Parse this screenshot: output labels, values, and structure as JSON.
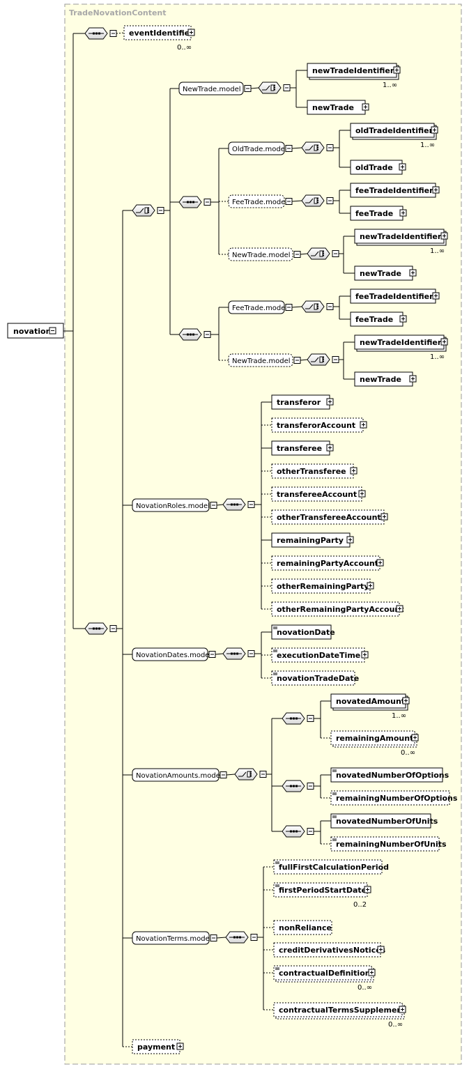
{
  "title": "TradeNovationContent",
  "root": {
    "label": "novation"
  },
  "compositors": {
    "sequence": "sequence",
    "choice": "choice"
  },
  "cardinalities": {
    "eventIdentifier": "0..∞",
    "newTradeIdentifier": "1..∞",
    "oldTradeIdentifier": "1..∞",
    "novatedAmount": "1..∞",
    "remainingAmount": "0..∞",
    "firstPeriodStartDate": "0..2",
    "contractualDefinitions": "0..∞",
    "contractualTermsSupplement": "0..∞"
  },
  "groups": {
    "newTradeModel": "NewTrade.model",
    "oldTradeModel": "OldTrade.model",
    "feeTradeModel": "FeeTrade.model",
    "novationRolesModel": "NovationRoles.model",
    "novationDatesModel": "NovationDates.model",
    "novationAmountsModel": "NovationAmounts.model",
    "novationTermsModel": "NovationTerms.model"
  },
  "elements": {
    "eventIdentifier": "eventIdentifier",
    "newTradeIdentifier": "newTradeIdentifier",
    "newTrade": "newTrade",
    "oldTradeIdentifier": "oldTradeIdentifier",
    "oldTrade": "oldTrade",
    "feeTradeIdentifier": "feeTradeIdentifier",
    "feeTrade": "feeTrade",
    "transferor": "transferor",
    "transferorAccount": "transferorAccount",
    "transferee": "transferee",
    "otherTransferee": "otherTransferee",
    "transfereeAccount": "transfereeAccount",
    "otherTransfereeAccount": "otherTransfereeAccount",
    "remainingParty": "remainingParty",
    "remainingPartyAccount": "remainingPartyAccount",
    "otherRemainingParty": "otherRemainingParty",
    "otherRemainingPartyAccount": "otherRemainingPartyAccount",
    "novationDate": "novationDate",
    "executionDateTime": "executionDateTime",
    "novationTradeDate": "novationTradeDate",
    "novatedAmount": "novatedAmount",
    "remainingAmount": "remainingAmount",
    "novatedNumberOfOptions": "novatedNumberOfOptions",
    "remainingNumberOfOptions": "remainingNumberOfOptions",
    "novatedNumberOfUnits": "novatedNumberOfUnits",
    "remainingNumberOfUnits": "remainingNumberOfUnits",
    "fullFirstCalculationPeriod": "fullFirstCalculationPeriod",
    "firstPeriodStartDate": "firstPeriodStartDate",
    "nonReliance": "nonReliance",
    "creditDerivativesNotices": "creditDerivativesNotices",
    "contractualDefinitions": "contractualDefinitions",
    "contractualTermsSupplement": "contractualTermsSupplement",
    "payment": "payment"
  }
}
